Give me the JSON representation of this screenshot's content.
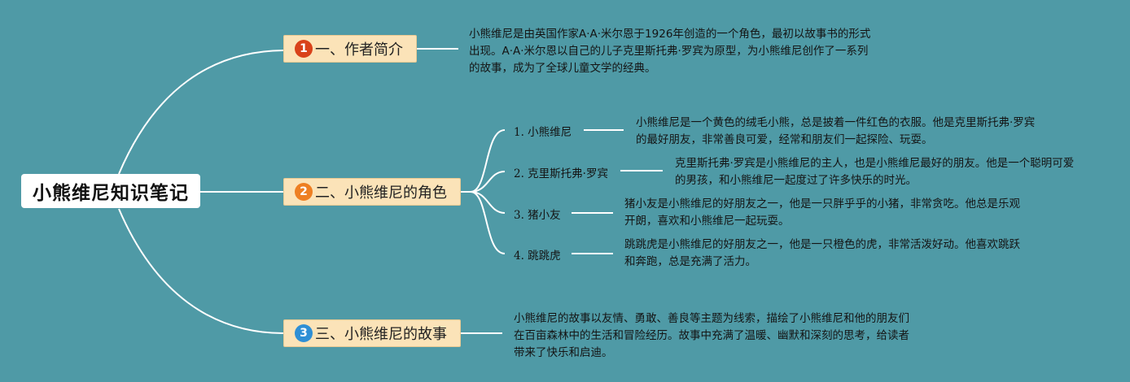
{
  "root": {
    "title": "小熊维尼知识笔记"
  },
  "colors": {
    "background": "#4f9aa6",
    "branch_fill": "#fbe3b8",
    "badge_1": "#d9421a",
    "badge_2": "#ee7f22",
    "badge_3": "#2f8fd5",
    "connector": "#ffffff"
  },
  "branches": [
    {
      "number": "1",
      "label": "一、作者简介",
      "note": "小熊维尼是由英国作家A·A·米尔恩于1926年创造的一个角色，最初以故事书的形式出现。A·A·米尔恩以自己的儿子克里斯托弗·罗宾为原型，为小熊维尼创作了一系列的故事，成为了全球儿童文学的经典。"
    },
    {
      "number": "2",
      "label": "二、小熊维尼的角色",
      "children": [
        {
          "label": "1. 小熊维尼",
          "note": "小熊维尼是一个黄色的绒毛小熊，总是披着一件红色的衣服。他是克里斯托弗·罗宾的最好朋友，非常善良可爱，经常和朋友们一起探险、玩耍。"
        },
        {
          "label": "2. 克里斯托弗·罗宾",
          "note": "克里斯托弗·罗宾是小熊维尼的主人，也是小熊维尼最好的朋友。他是一个聪明可爱的男孩，和小熊维尼一起度过了许多快乐的时光。"
        },
        {
          "label": "3. 猪小友",
          "note": "猪小友是小熊维尼的好朋友之一，他是一只胖乎乎的小猪，非常贪吃。他总是乐观开朗，喜欢和小熊维尼一起玩耍。"
        },
        {
          "label": "4. 跳跳虎",
          "note": "跳跳虎是小熊维尼的好朋友之一，他是一只橙色的虎，非常活泼好动。他喜欢跳跃和奔跑，总是充满了活力。"
        }
      ]
    },
    {
      "number": "3",
      "label": "三、小熊维尼的故事",
      "note": "小熊维尼的故事以友情、勇敢、善良等主题为线索，描绘了小熊维尼和他的朋友们在百亩森林中的生活和冒险经历。故事中充满了温暖、幽默和深刻的思考，给读者带来了快乐和启迪。"
    }
  ]
}
